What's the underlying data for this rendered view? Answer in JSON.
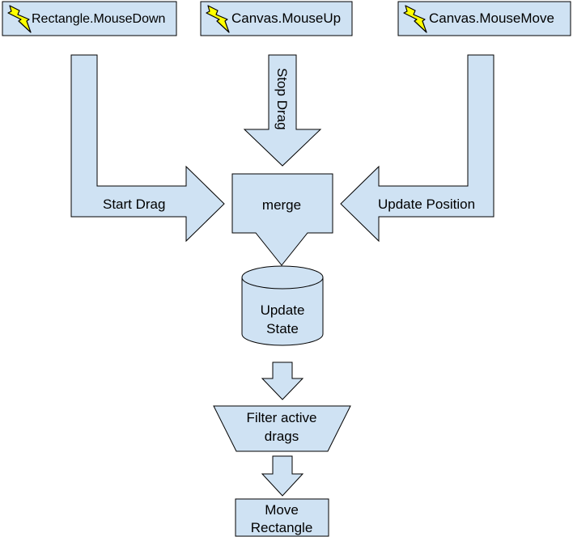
{
  "events": [
    {
      "label": "Rectangle.MouseDown",
      "icon": "lightning-bolt-icon"
    },
    {
      "label": "Canvas.MouseUp",
      "icon": "lightning-bolt-icon"
    },
    {
      "label": "Canvas.MouseMove",
      "icon": "lightning-bolt-icon"
    }
  ],
  "arrows": {
    "start_drag": "Start Drag",
    "stop_drag": "Stop Drag",
    "update_position": "Update Position"
  },
  "nodes": {
    "merge": "merge",
    "update_state_line1": "Update",
    "update_state_line2": "State",
    "filter_line1": "Filter active",
    "filter_line2": "drags",
    "move_line1": "Move",
    "move_line2": "Rectangle"
  },
  "colors": {
    "fill": "#cfe2f3",
    "stroke": "#000000",
    "bolt": "#ffff00"
  }
}
